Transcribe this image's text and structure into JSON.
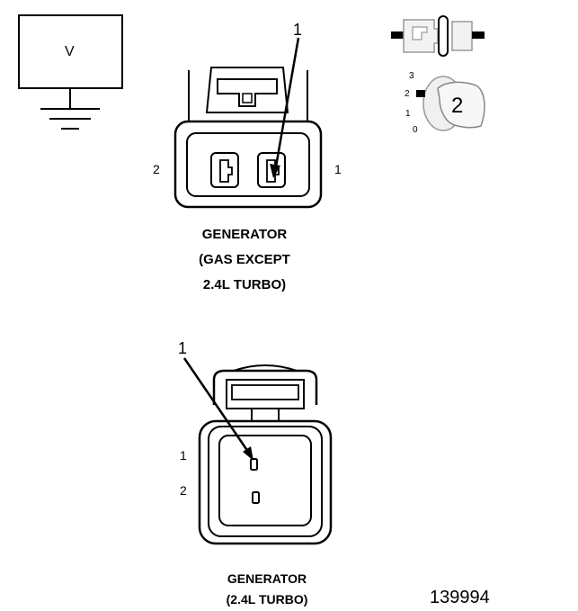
{
  "voltmeter": {
    "symbol": "V"
  },
  "position_key": {
    "numbers": [
      "3",
      "2",
      "1",
      "0"
    ],
    "big_number": "2"
  },
  "connector_gas": {
    "callout": "1",
    "pin_left": "2",
    "pin_right": "1",
    "caption_lines": [
      "GENERATOR",
      "(GAS EXCEPT",
      "2.4L TURBO)"
    ]
  },
  "connector_turbo": {
    "callout": "1",
    "pin_top": "1",
    "pin_bottom": "2",
    "caption_lines": [
      "GENERATOR",
      "(2.4L TURBO)"
    ]
  },
  "figure_number": "139994",
  "colors": {
    "stroke": "#000000",
    "fill": "#ffffff",
    "shade": "#e8e8e8"
  }
}
